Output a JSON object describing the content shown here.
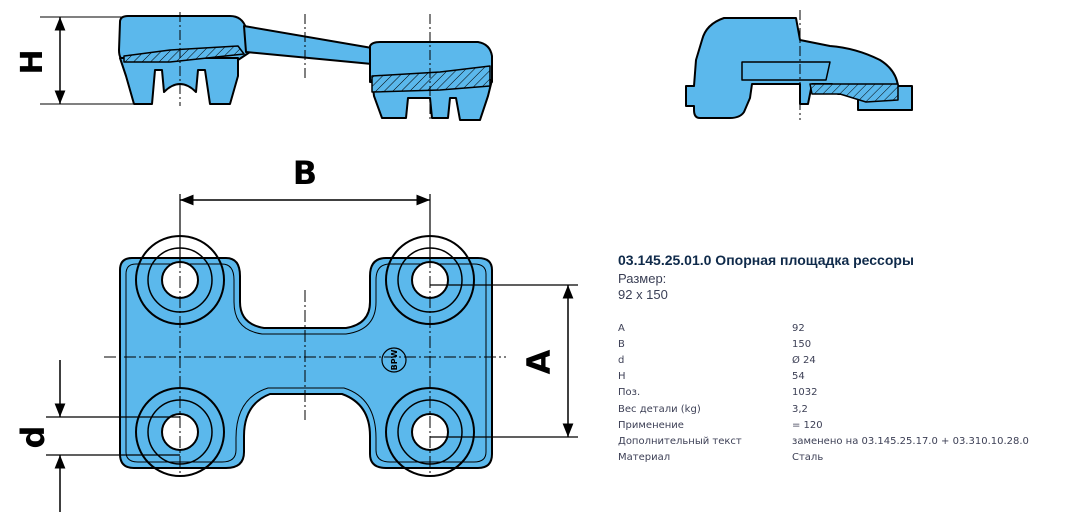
{
  "drawing": {
    "colors": {
      "fill": "#5bb8ec",
      "stroke": "#000000",
      "background": "#ffffff"
    },
    "logo_text": "BPW",
    "dimension_labels": {
      "H": "H",
      "B": "B",
      "A": "A",
      "d": "d"
    }
  },
  "product": {
    "title": "03.145.25.01.0 Опорная площадка рессоры",
    "size_label": "Размер:",
    "size_value": "92 x 150"
  },
  "specs": [
    {
      "key": "A",
      "value": "92"
    },
    {
      "key": "B",
      "value": "150"
    },
    {
      "key": "d",
      "value": "Ø 24"
    },
    {
      "key": "H",
      "value": "54"
    },
    {
      "key": "Поз.",
      "value": "1032"
    },
    {
      "key": "Вес детали (kg)",
      "value": "3,2"
    },
    {
      "key": "Применение",
      "value": "= 120"
    },
    {
      "key": "Дополнительный текст",
      "value": "заменено на 03.145.25.17.0 + 03.310.10.28.0"
    },
    {
      "key": "Материал",
      "value": "Сталь"
    }
  ]
}
